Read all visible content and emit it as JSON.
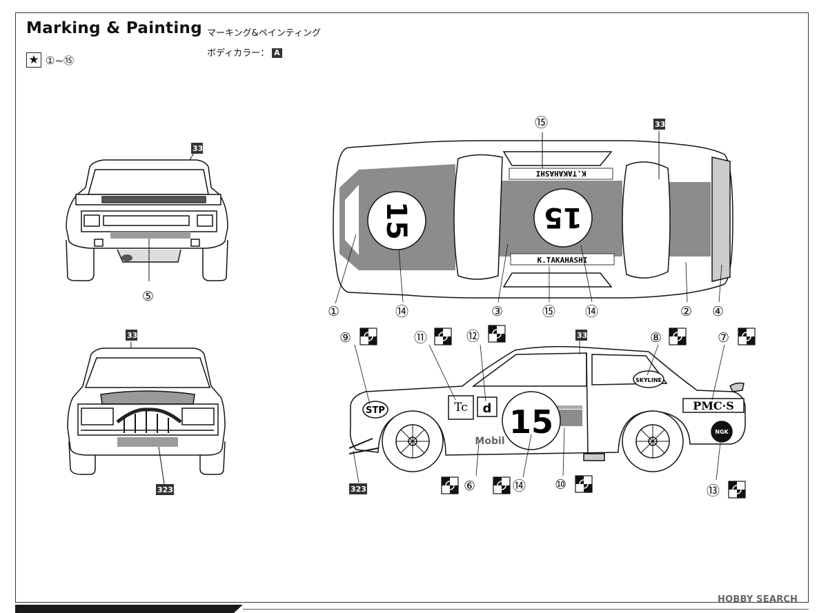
{
  "header": {
    "title": "Marking & Painting",
    "title_jp": "マーキング&ペインティング",
    "body_color_label": "ボディカラー：",
    "body_color_code": "A",
    "decal_range": "①~⑮"
  },
  "paint_codes": {
    "roof": "33",
    "front_grille": "323"
  },
  "car_texts": {
    "race_number": "15",
    "driver_name": "K.TAKAHASHI",
    "sponsor_pmcs": "PMC·S",
    "sponsor_stp": "STP",
    "sponsor_skyline": "SKYLINE",
    "sponsor_mobil": "Mobil",
    "sponsor_tc": "Tc",
    "sponsor_ngk": "NGK"
  },
  "decal_labels": {
    "d1": "①",
    "d2": "②",
    "d3": "③",
    "d4": "④",
    "d5": "⑤",
    "d6": "⑥",
    "d7": "⑦",
    "d8": "⑧",
    "d9": "⑨",
    "d10": "⑩",
    "d11": "⑪",
    "d12": "⑫",
    "d13": "⑬",
    "d14": "⑭",
    "d15": "⑮"
  },
  "watermark": "HOBBY SEARCH",
  "colors": {
    "stripe": "#8c8c8c",
    "ink": "#111111",
    "code_box": "#333333"
  }
}
